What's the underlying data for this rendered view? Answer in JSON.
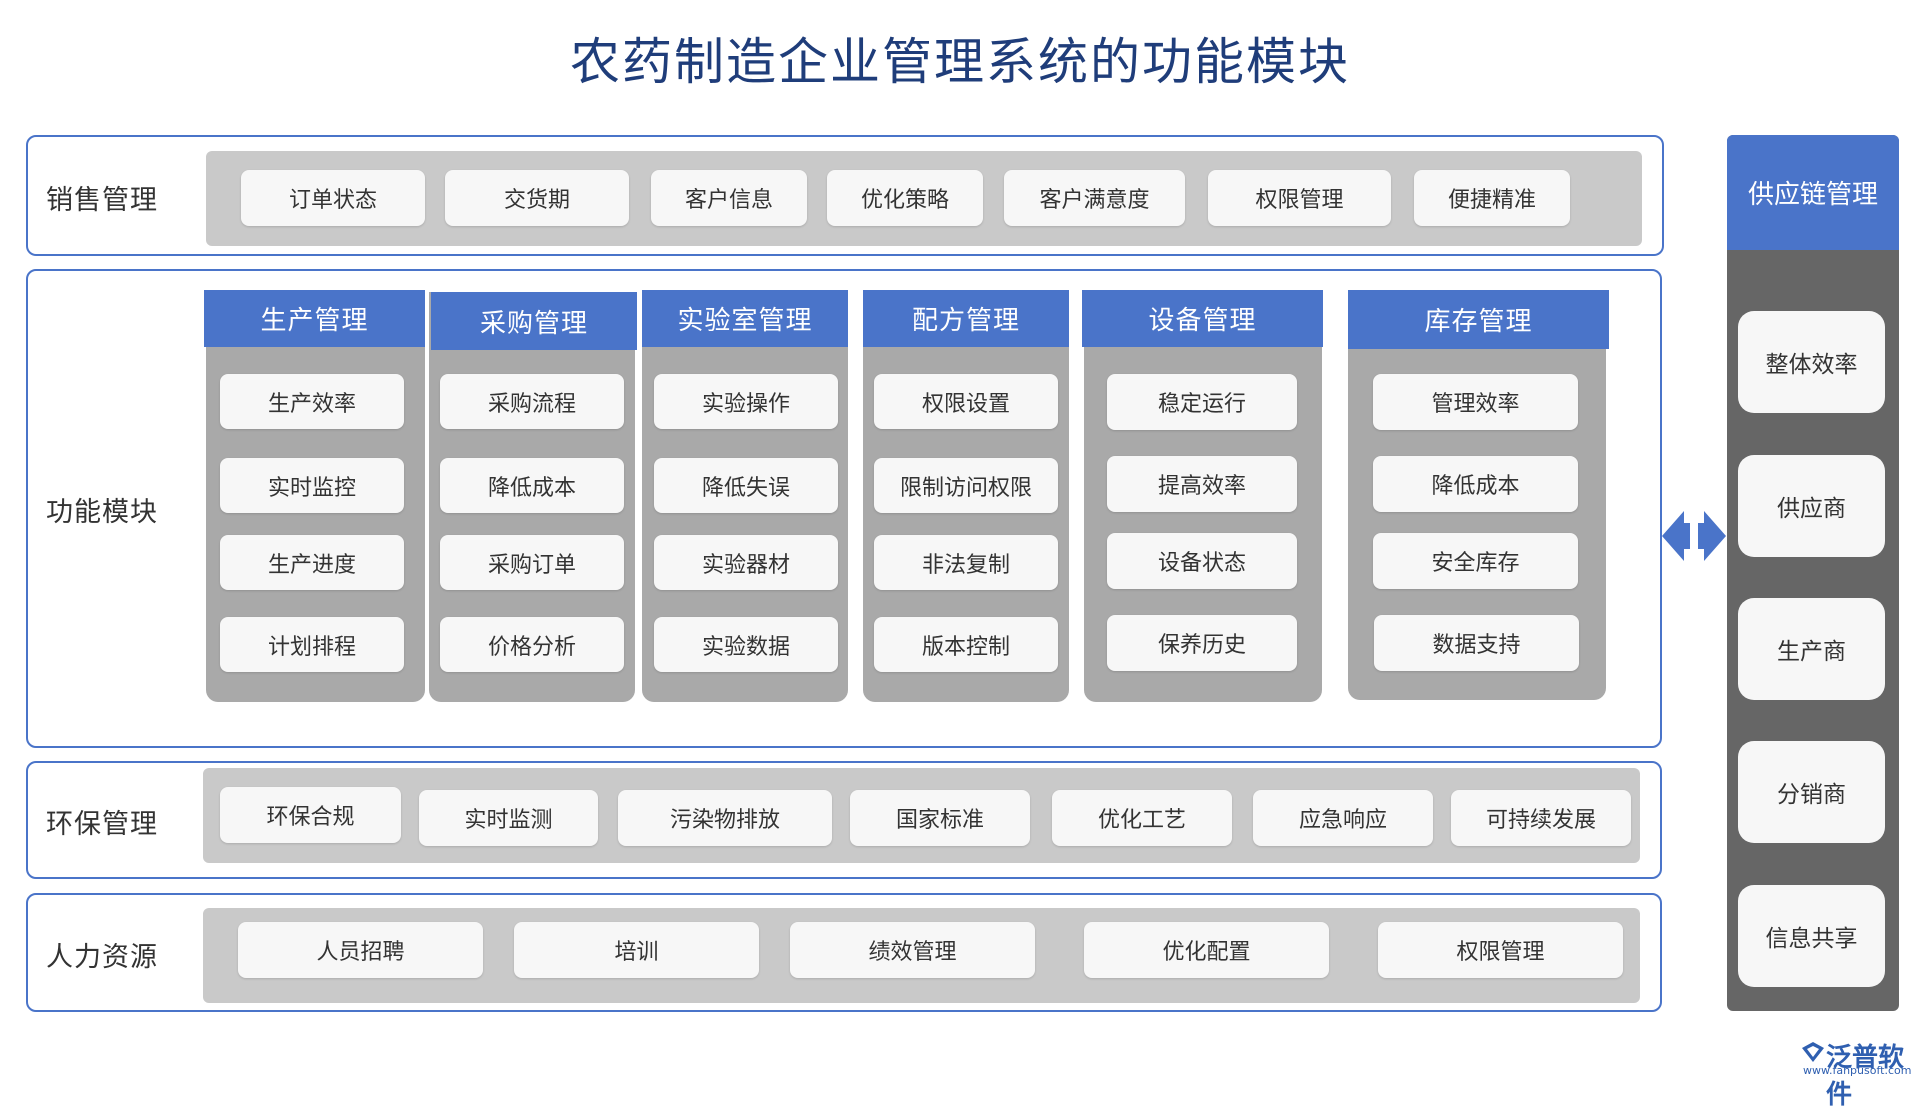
{
  "title": "农药制造企业管理系统的功能模块",
  "sales": {
    "label": "销售管理",
    "items": [
      "订单状态",
      "交货期",
      "客户信息",
      "优化策略",
      "客户满意度",
      "权限管理",
      "便捷精准"
    ]
  },
  "function_modules": {
    "label": "功能模块",
    "columns": [
      {
        "title": "生产管理",
        "items": [
          "生产效率",
          "实时监控",
          "生产进度",
          "计划排程"
        ]
      },
      {
        "title": "采购管理",
        "items": [
          "采购流程",
          "降低成本",
          "采购订单",
          "价格分析"
        ]
      },
      {
        "title": "实验室管理",
        "items": [
          "实验操作",
          "降低失误",
          "实验器材",
          "实验数据"
        ]
      },
      {
        "title": "配方管理",
        "items": [
          "权限设置",
          "限制访问权限",
          "非法复制",
          "版本控制"
        ]
      },
      {
        "title": "设备管理",
        "items": [
          "稳定运行",
          "提高效率",
          "设备状态",
          "保养历史"
        ]
      },
      {
        "title": "库存管理",
        "items": [
          "管理效率",
          "降低成本",
          "安全库存",
          "数据支持"
        ]
      }
    ]
  },
  "environment": {
    "label": "环保管理",
    "items": [
      "环保合规",
      "实时监测",
      "污染物排放",
      "国家标准",
      "优化工艺",
      "应急响应",
      "可持续发展"
    ]
  },
  "hr": {
    "label": "人力资源",
    "items": [
      "人员招聘",
      "培训",
      "绩效管理",
      "优化配置",
      "权限管理"
    ]
  },
  "supply_chain": {
    "title": "供应链管理",
    "items": [
      "整体效率",
      "供应商",
      "生产商",
      "分销商",
      "信息共享"
    ]
  },
  "logo": {
    "name": "泛普软件",
    "url": "www.fanpusoft.com"
  },
  "colors": {
    "accent": "#4a74c9",
    "band_gray": "#c9c9c9",
    "column_gray": "#a9a9a9",
    "panel_dark": "#666666"
  },
  "icons": [
    "double-arrow-icon",
    "logo-icon"
  ]
}
